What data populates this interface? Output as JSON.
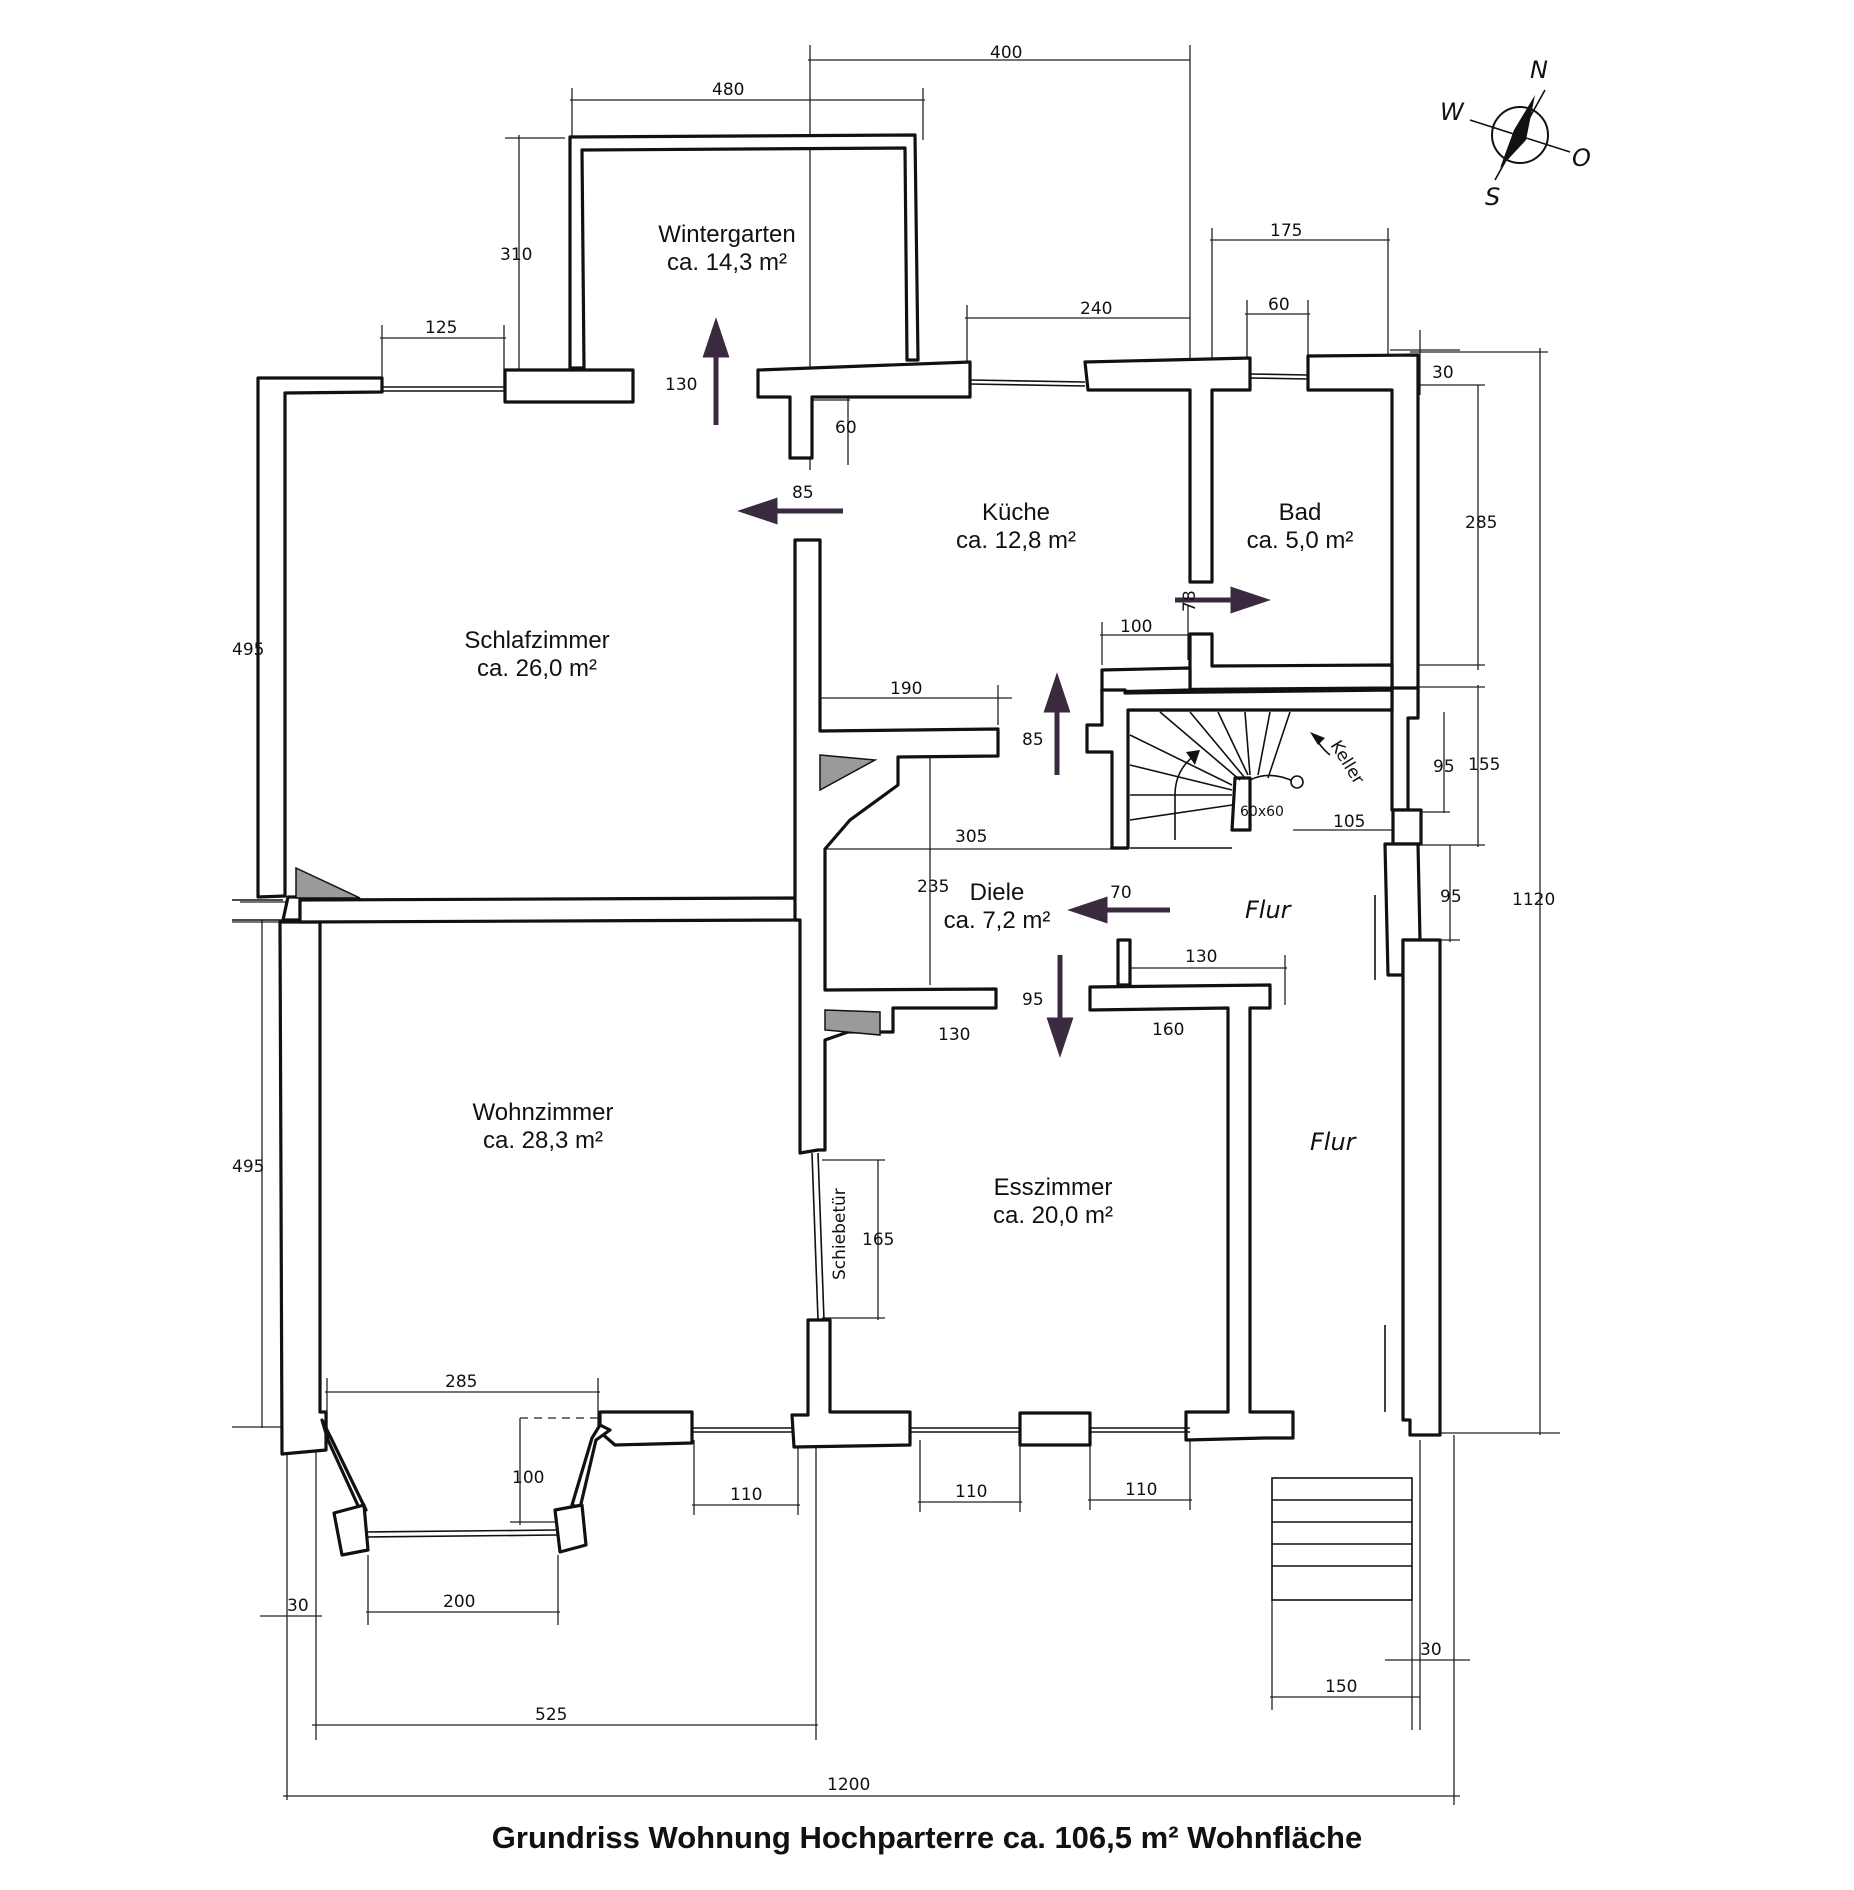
{
  "caption": "Grundriss Wohnung Hochparterre ca. 106,5 m² Wohnfläche",
  "rooms": {
    "wintergarten": {
      "name": "Wintergarten",
      "area": "ca. 14,3 m²"
    },
    "kueche": {
      "name": "Küche",
      "area": "ca. 12,8 m²"
    },
    "bad": {
      "name": "Bad",
      "area": "ca. 5,0 m²"
    },
    "schlafzimmer": {
      "name": "Schlafzimmer",
      "area": "ca. 26,0 m²"
    },
    "diele": {
      "name": "Diele",
      "area": "ca. 7,2 m²"
    },
    "wohnzimmer": {
      "name": "Wohnzimmer",
      "area": "ca. 28,3 m²"
    },
    "esszimmer": {
      "name": "Esszimmer",
      "area": "ca. 20,0 m²"
    }
  },
  "labels": {
    "flur_upper": "Flur",
    "flur_lower": "Flur",
    "schiebetuer": "Schiebetür",
    "keller": "Keller",
    "stair_size": "60x60"
  },
  "compass": {
    "n": "N",
    "s": "S",
    "w": "W",
    "o": "O"
  },
  "dimensions": {
    "d400": "400",
    "d480": "480",
    "d310": "310",
    "d125": "125",
    "d130a": "130",
    "d60a": "60",
    "d240": "240",
    "d175": "175",
    "d60b": "60",
    "d30a": "30",
    "d285a": "285",
    "d85a": "85",
    "d495a": "495",
    "d100a": "100",
    "d78": "78",
    "d190": "190",
    "d85b": "85",
    "d95a": "95",
    "d155": "155",
    "d105": "105",
    "d305": "305",
    "d235": "235",
    "d70": "70",
    "d95b": "95",
    "d1120": "1120",
    "d130b": "130",
    "d95c": "95",
    "d130c": "130",
    "d160": "160",
    "d495b": "495",
    "d165": "165",
    "d285b": "285",
    "d100b": "100",
    "d110a": "110",
    "d110b": "110",
    "d110c": "110",
    "d200": "200",
    "d30b": "30",
    "d30c": "30",
    "d150": "150",
    "d525": "525",
    "d1200": "1200"
  }
}
